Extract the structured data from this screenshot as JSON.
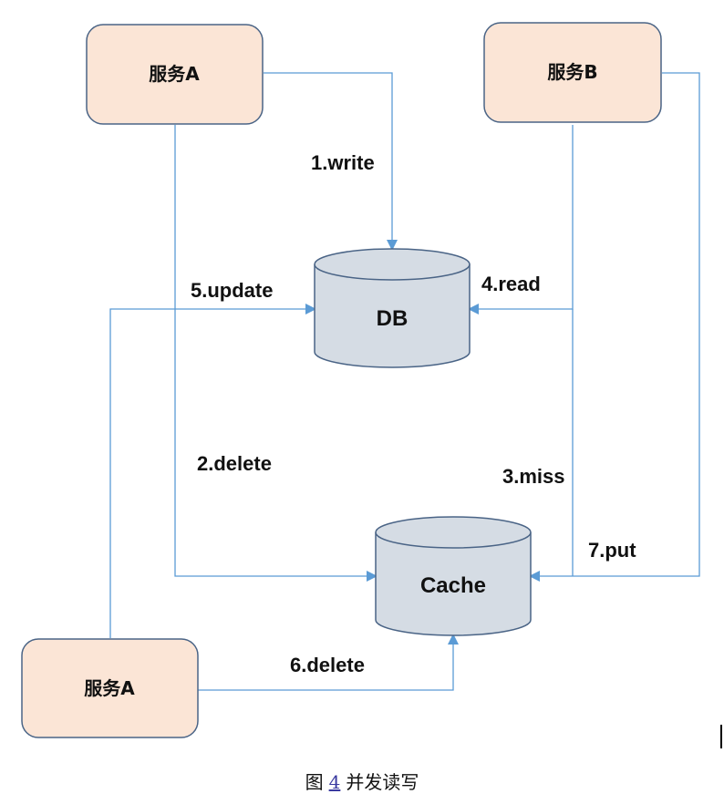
{
  "nodes": {
    "service_a_top": "服务A",
    "service_b": "服务B",
    "service_a_bottom": "服务A",
    "db": "DB",
    "cache": "Cache"
  },
  "edges": {
    "write": "1.write",
    "delete_first": "2.delete",
    "miss": "3.miss",
    "read": "4.read",
    "update": "5.update",
    "delete_second": "6.delete",
    "put": "7.put"
  },
  "caption": {
    "prefix": "图",
    "number": "4",
    "text": "并发读写"
  },
  "colors": {
    "service_fill": "#FBE5D6",
    "service_stroke": "#4A6486",
    "store_fill": "#D5DCE4",
    "store_stroke": "#4A6486",
    "line": "#5B9BD5"
  }
}
